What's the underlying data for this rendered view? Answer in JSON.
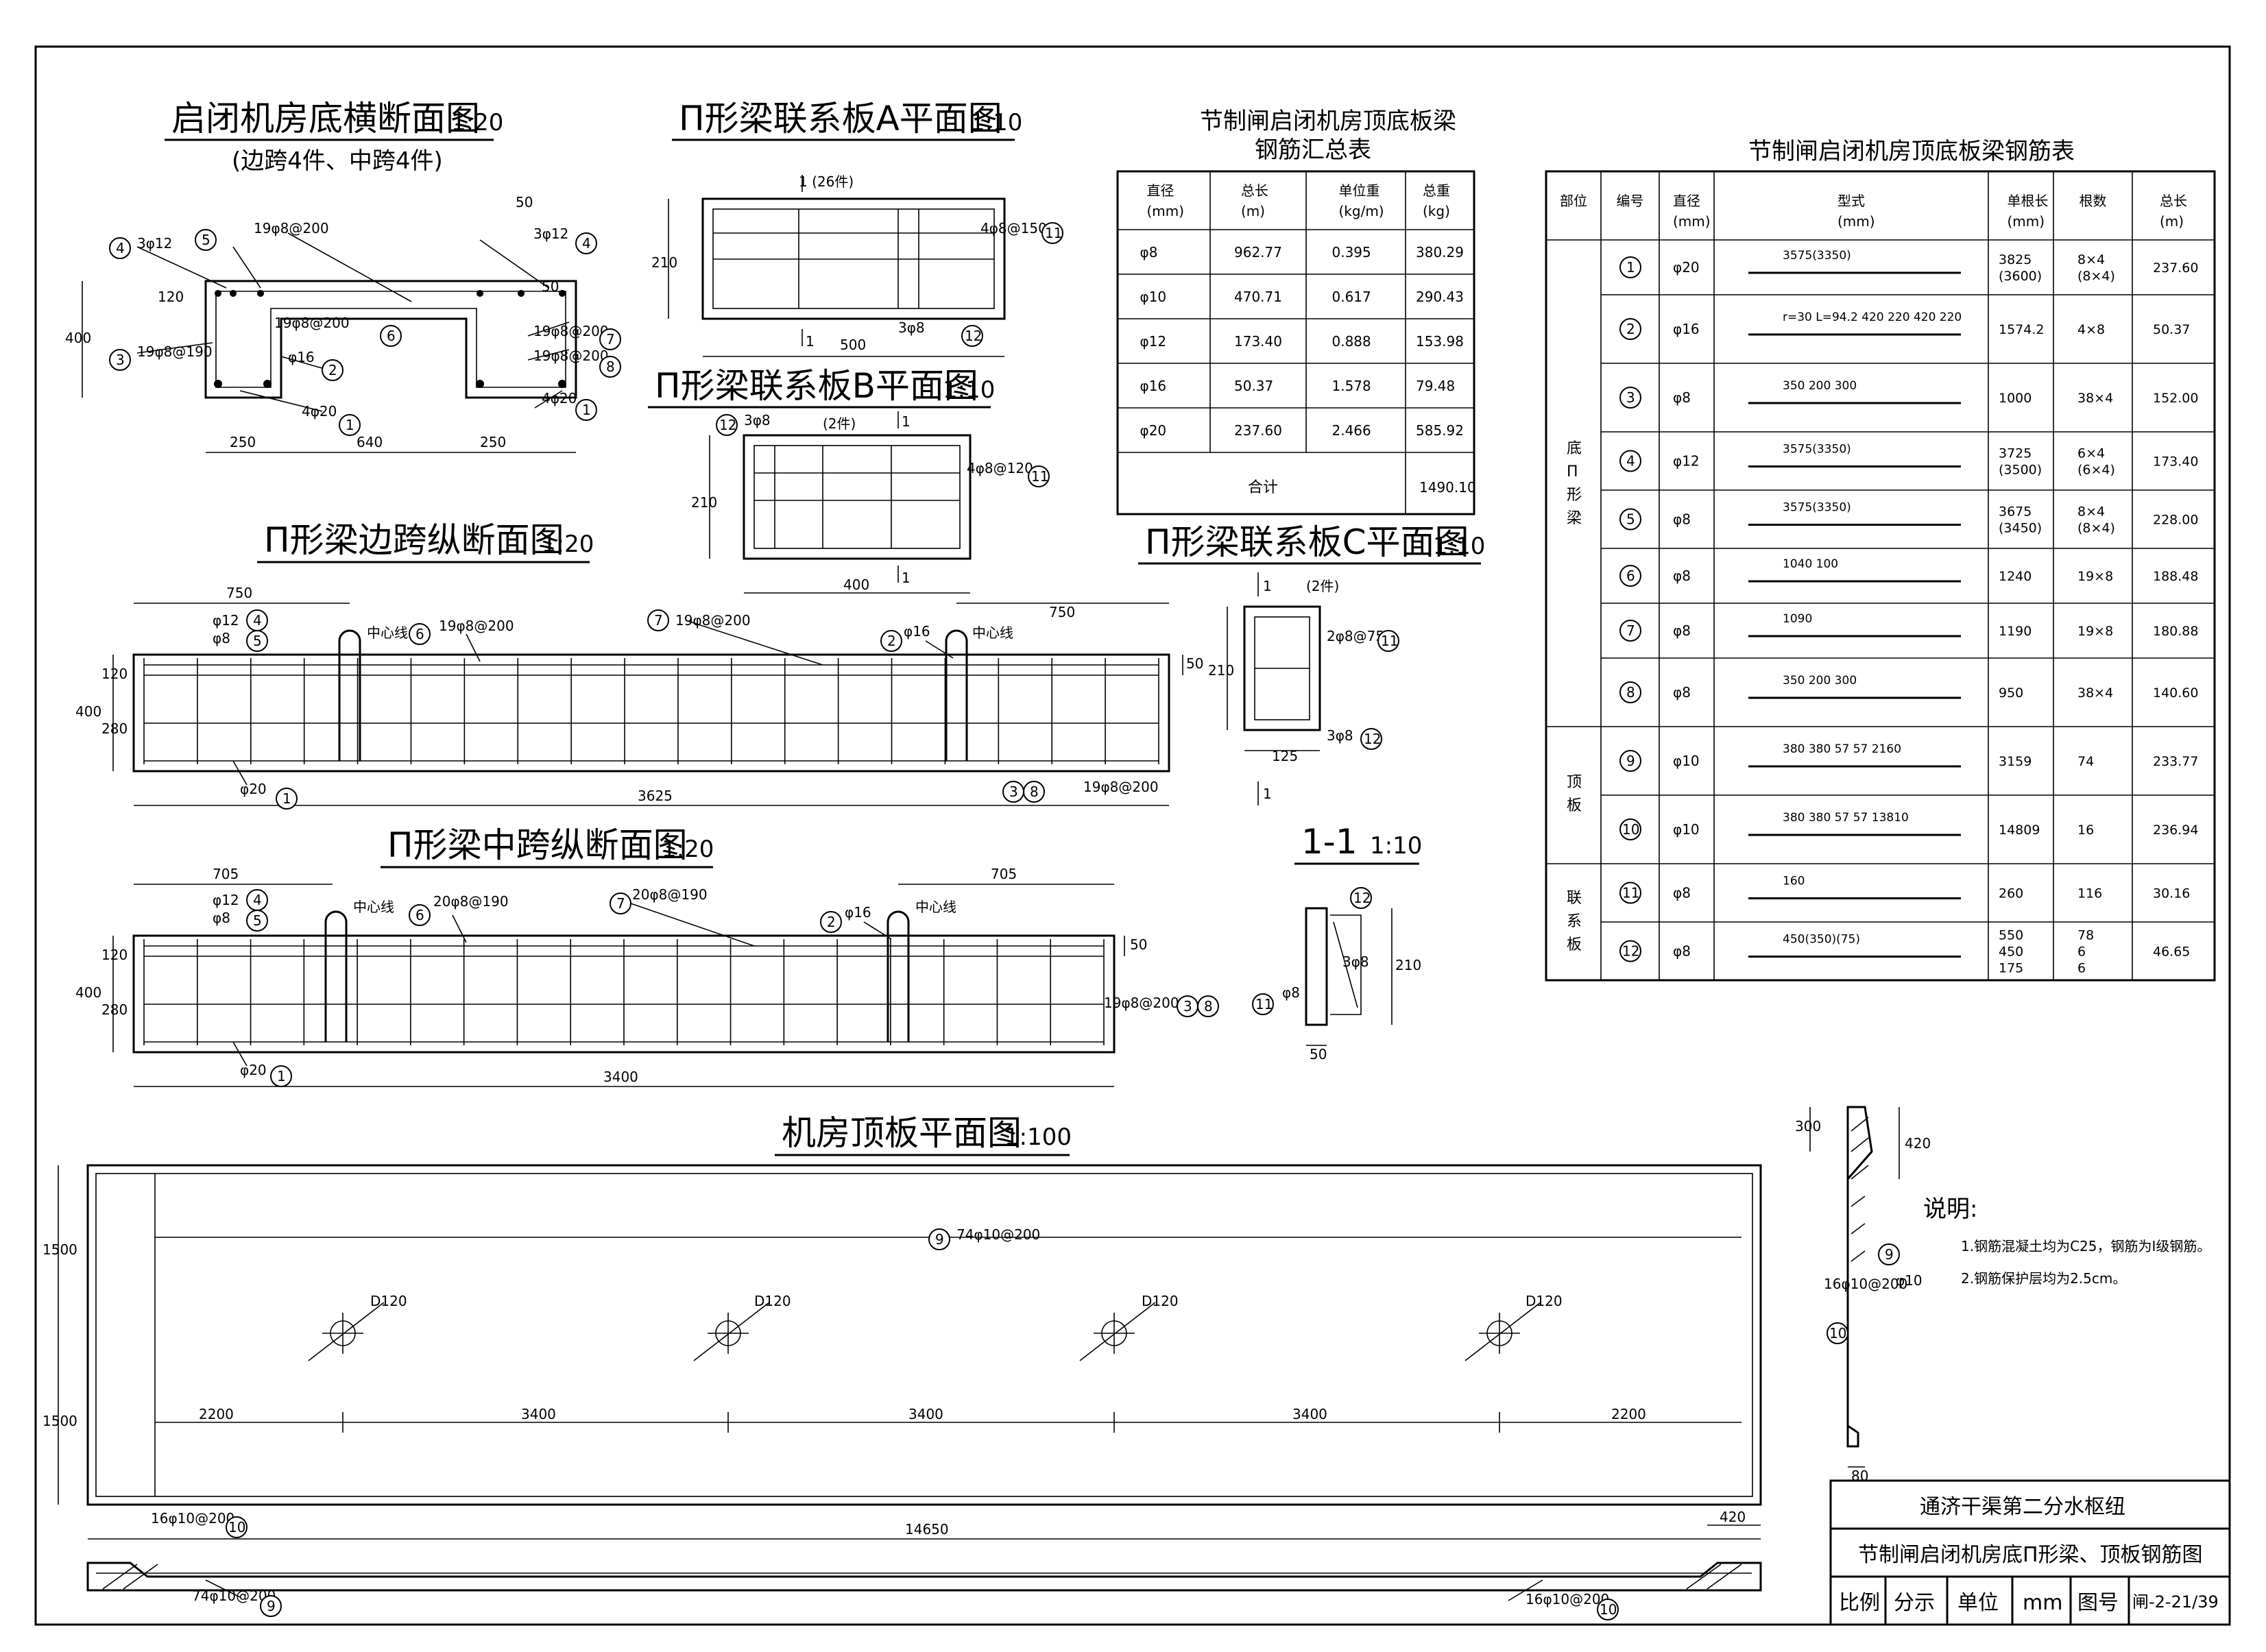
{
  "sections": {
    "s1_title": "启闭机房底横断面图",
    "s1_scale": "1:20",
    "s1_sub": "(边跨4件、中跨4件)",
    "s2_title": "Π形梁联系板A平面图",
    "s2_scale": "1:10",
    "s3_title": "Π形梁联系板B平面图",
    "s3_scale": "1:10",
    "s4_title": "Π形梁联系板C平面图",
    "s4_scale": "1:10",
    "s5_title": "Π形梁边跨纵断面图",
    "s5_scale": "1:20",
    "s6_title": "Π形梁中跨纵断面图",
    "s6_scale": "1:20",
    "s7_title": "1-1",
    "s7_scale": "1:10",
    "s8_title": "机房顶板平面图",
    "s8_scale": "1:100"
  },
  "labels": {
    "s1": [
      "3φ12",
      "19φ8@200",
      "50",
      "3φ12",
      "120",
      "50",
      "19φ8@200",
      "400",
      "19φ8@190",
      "φ16",
      "19φ8@200",
      "19φ8@200",
      "4φ20",
      "4φ20",
      "250",
      "640",
      "250"
    ],
    "s1_circ": [
      "4",
      "5",
      "6",
      "7",
      "8",
      "3",
      "2",
      "1",
      "1",
      "4"
    ],
    "a": [
      "1 (26件)",
      "210",
      "4φ8@150",
      "1",
      "3φ8",
      "500"
    ],
    "a_circ": [
      "11",
      "12"
    ],
    "b": [
      "(2件)",
      "3φ8",
      "1",
      "4φ8@120",
      "210",
      "400",
      "1"
    ],
    "b_circ": [
      "12",
      "11"
    ],
    "c": [
      "1",
      "(2件)",
      "2φ8@75",
      "210",
      "125",
      "3φ8",
      "1"
    ],
    "c_circ": [
      "11",
      "12"
    ],
    "edge": [
      "750",
      "φ12",
      "φ8",
      "中心线",
      "19φ8@200",
      "19φ8@200",
      "φ16",
      "中心线",
      "750",
      "120",
      "50",
      "400",
      "280",
      "φ20",
      "3625",
      "19φ8@200"
    ],
    "edge_circ": [
      "4",
      "5",
      "6",
      "7",
      "2",
      "1",
      "3",
      "8"
    ],
    "mid": [
      "705",
      "φ12",
      "φ8",
      "中心线",
      "20φ8@190",
      "20φ8@190",
      "φ16",
      "中心线",
      "705",
      "120",
      "50",
      "400",
      "280",
      "19φ8@200",
      "φ20",
      "3400"
    ],
    "mid_circ": [
      "4",
      "5",
      "6",
      "7",
      "2",
      "3",
      "8",
      "1"
    ],
    "sec11": [
      "3φ8",
      "210",
      "φ8",
      "50"
    ],
    "sec11_circ": [
      "12",
      "11"
    ],
    "roof": [
      "1500",
      "1500",
      "74φ10@200",
      "D120",
      "D120",
      "D120",
      "D120",
      "2200",
      "3400",
      "3400",
      "3400",
      "2200",
      "16φ10@200",
      "14650",
      "420",
      "74φ10@200",
      "16φ10@200"
    ],
    "roof_circ": [
      "9",
      "10",
      "9",
      "10"
    ],
    "side": [
      "300",
      "420",
      "16φ10@200",
      "φ10",
      "80"
    ],
    "side_circ": [
      "9",
      "10"
    ]
  },
  "summary_table": {
    "title_line1": "节制闸启闭机房顶底板梁",
    "title_line2": "钢筋汇总表",
    "headers": [
      [
        "直径",
        "(mm)"
      ],
      [
        "总长",
        "(m)"
      ],
      [
        "单位重",
        "(kg/m)"
      ],
      [
        "总重",
        "(kg)"
      ]
    ],
    "rows": [
      [
        "φ8",
        "962.77",
        "0.395",
        "380.29"
      ],
      [
        "φ10",
        "470.71",
        "0.617",
        "290.43"
      ],
      [
        "φ12",
        "173.40",
        "0.888",
        "153.98"
      ],
      [
        "φ16",
        "50.37",
        "1.578",
        "79.48"
      ],
      [
        "φ20",
        "237.60",
        "2.466",
        "585.92"
      ]
    ],
    "total_label": "合计",
    "total_value": "1490.10"
  },
  "rebar_table": {
    "title": "节制闸启闭机房顶底板梁钢筋表",
    "headers": [
      [
        "部位"
      ],
      [
        "编号"
      ],
      [
        "直径",
        "(mm)"
      ],
      [
        "型式",
        "(mm)"
      ],
      [
        "单根长",
        "(mm)"
      ],
      [
        "根数"
      ],
      [
        "总长",
        "(m)"
      ]
    ],
    "groups": [
      {
        "name": "底Π形梁",
        "rows": [
          0,
          1,
          2,
          3,
          4,
          5,
          6,
          7
        ]
      },
      {
        "name": "顶板",
        "rows": [
          8,
          9
        ]
      },
      {
        "name": "联系板",
        "rows": [
          10,
          11
        ]
      }
    ],
    "rows": [
      {
        "no": "1",
        "dia": "φ20",
        "shape": "3575(3350)",
        "len": [
          "3825",
          "(3600)"
        ],
        "count": [
          "8×4",
          "(8×4)"
        ],
        "total": "237.60"
      },
      {
        "no": "2",
        "dia": "φ16",
        "shape": "r=30 L=94.2 420 220 420 220",
        "len": [
          "1574.2"
        ],
        "count": [
          "4×8"
        ],
        "total": "50.37"
      },
      {
        "no": "3",
        "dia": "φ8",
        "shape": "350 200 300",
        "len": [
          "1000"
        ],
        "count": [
          "38×4"
        ],
        "total": "152.00"
      },
      {
        "no": "4",
        "dia": "φ12",
        "shape": "3575(3350)",
        "len": [
          "3725",
          "(3500)"
        ],
        "count": [
          "6×4",
          "(6×4)"
        ],
        "total": "173.40"
      },
      {
        "no": "5",
        "dia": "φ8",
        "shape": "3575(3350)",
        "len": [
          "3675",
          "(3450)"
        ],
        "count": [
          "8×4",
          "(8×4)"
        ],
        "total": "228.00"
      },
      {
        "no": "6",
        "dia": "φ8",
        "shape": "1040 100",
        "len": [
          "1240"
        ],
        "count": [
          "19×8"
        ],
        "total": "188.48"
      },
      {
        "no": "7",
        "dia": "φ8",
        "shape": "1090",
        "len": [
          "1190"
        ],
        "count": [
          "19×8"
        ],
        "total": "180.88"
      },
      {
        "no": "8",
        "dia": "φ8",
        "shape": "350 200 300",
        "len": [
          "950"
        ],
        "count": [
          "38×4"
        ],
        "total": "140.60"
      },
      {
        "no": "9",
        "dia": "φ10",
        "shape": "380 380 57 57 2160",
        "len": [
          "3159"
        ],
        "count": [
          "74"
        ],
        "total": "233.77"
      },
      {
        "no": "10",
        "dia": "φ10",
        "shape": "380 380 57 57 13810",
        "len": [
          "14809"
        ],
        "count": [
          "16"
        ],
        "total": "236.94"
      },
      {
        "no": "11",
        "dia": "φ8",
        "shape": "160",
        "len": [
          "260"
        ],
        "count": [
          "116"
        ],
        "total": "30.16"
      },
      {
        "no": "12",
        "dia": "φ8",
        "shape": "450(350)(75)",
        "len": [
          "550",
          "450",
          "175"
        ],
        "count": [
          "78",
          "6",
          "6"
        ],
        "total": "46.65"
      }
    ]
  },
  "notes": {
    "title": "说明:",
    "items": [
      "1.钢筋混凝土均为C25，钢筋为Ⅰ级钢筋。",
      "2.钢筋保护层均为2.5cm。"
    ]
  },
  "title_block": {
    "project": "通济干渠第二分水枢纽",
    "drawing": "节制闸启闭机房底Π形梁、顶板钢筋图",
    "scale_label": "比例",
    "scale_value": "分示",
    "unit_label": "单位",
    "unit_value": "mm",
    "number_label": "图号",
    "number_value": "闸-2-21/39"
  }
}
